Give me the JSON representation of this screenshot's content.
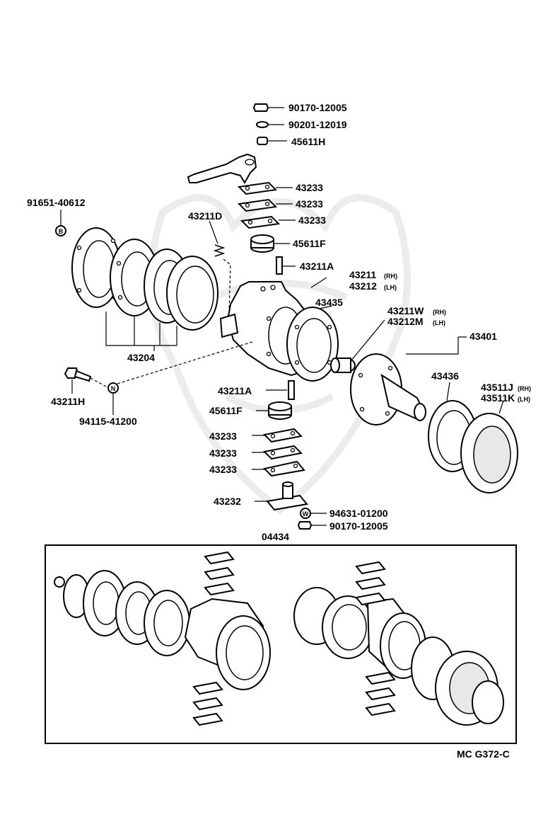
{
  "labels": {
    "p90170_12005_top": "90170-12005",
    "p90201_12019": "90201-12019",
    "p45611H": "45611H",
    "p43233_a": "43233",
    "p43233_b": "43233",
    "p43233_c": "43233",
    "p91651_40612": "91651-40612",
    "p43211D": "43211D",
    "p45611F_top": "45611F",
    "p43211A_top": "43211A",
    "p43211": "43211",
    "p43211_rh": "(RH)",
    "p43212": "43212",
    "p43212_lh": "(LH)",
    "p43435": "43435",
    "p43211W": "43211W",
    "p43211W_rh": "(RH)",
    "p43212M": "43212M",
    "p43212M_lh": "(LH)",
    "p43401": "43401",
    "p43204": "43204",
    "p43211H": "43211H",
    "p94115_41200": "94115-41200",
    "p43211A_bottom": "43211A",
    "p45611F_bottom": "45611F",
    "p43233_d": "43233",
    "p43233_e": "43233",
    "p43233_f": "43233",
    "p43436": "43436",
    "p43511J": "43511J",
    "p43511J_rh": "(RH)",
    "p43511K": "43511K",
    "p43511K_lh": "(LH)",
    "p43232": "43232",
    "p94631_01200": "94631-01200",
    "p90170_12005_bottom": "90170-12005",
    "p04434": "04434",
    "diagram_code": "MC G372-C"
  },
  "markers": {
    "B": "B",
    "N": "N",
    "W": "W"
  }
}
